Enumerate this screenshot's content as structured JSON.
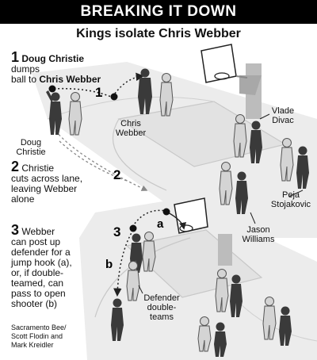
{
  "header": {
    "title": "BREAKING IT DOWN"
  },
  "subtitle": "Kings isolate Chris Webber",
  "steps": [
    {
      "number": "1",
      "text_a": "Doug Christie",
      "text_b": "dumps",
      "text_c": "ball to",
      "text_d": "Chris Webber"
    },
    {
      "number": "2",
      "lines": [
        "Christie",
        "cuts across lane,",
        "leaving Webber",
        "alone"
      ]
    },
    {
      "number": "3",
      "lines": [
        "Webber",
        "can post up",
        "defender for a",
        "jump hook (a),",
        "or, if double-",
        "teamed, can",
        "pass to open",
        "shooter (b)"
      ]
    }
  ],
  "player_labels": {
    "doug_christie": [
      "Doug",
      "Christie"
    ],
    "chris_webber": [
      "Chris",
      "Webber"
    ],
    "vlade_divac": [
      "Vlade",
      "Divac"
    ],
    "peja_stojakovic": [
      "Peja",
      "Stojakovic"
    ],
    "jason_williams": [
      "Jason",
      "Williams"
    ],
    "defender": [
      "Defender",
      "double-",
      "teams"
    ]
  },
  "path_markers": {
    "p1": "1",
    "p2": "2",
    "p3": "3",
    "pa": "a",
    "pb": "b"
  },
  "credit": [
    "Sacramento Bee/",
    "Scott Flodin and",
    "Mark Kreidler"
  ],
  "colors": {
    "offense": "#3a3a3a",
    "defense": "#d4d4d4",
    "court": "#ececec",
    "court_line": "#c4c4c4"
  }
}
